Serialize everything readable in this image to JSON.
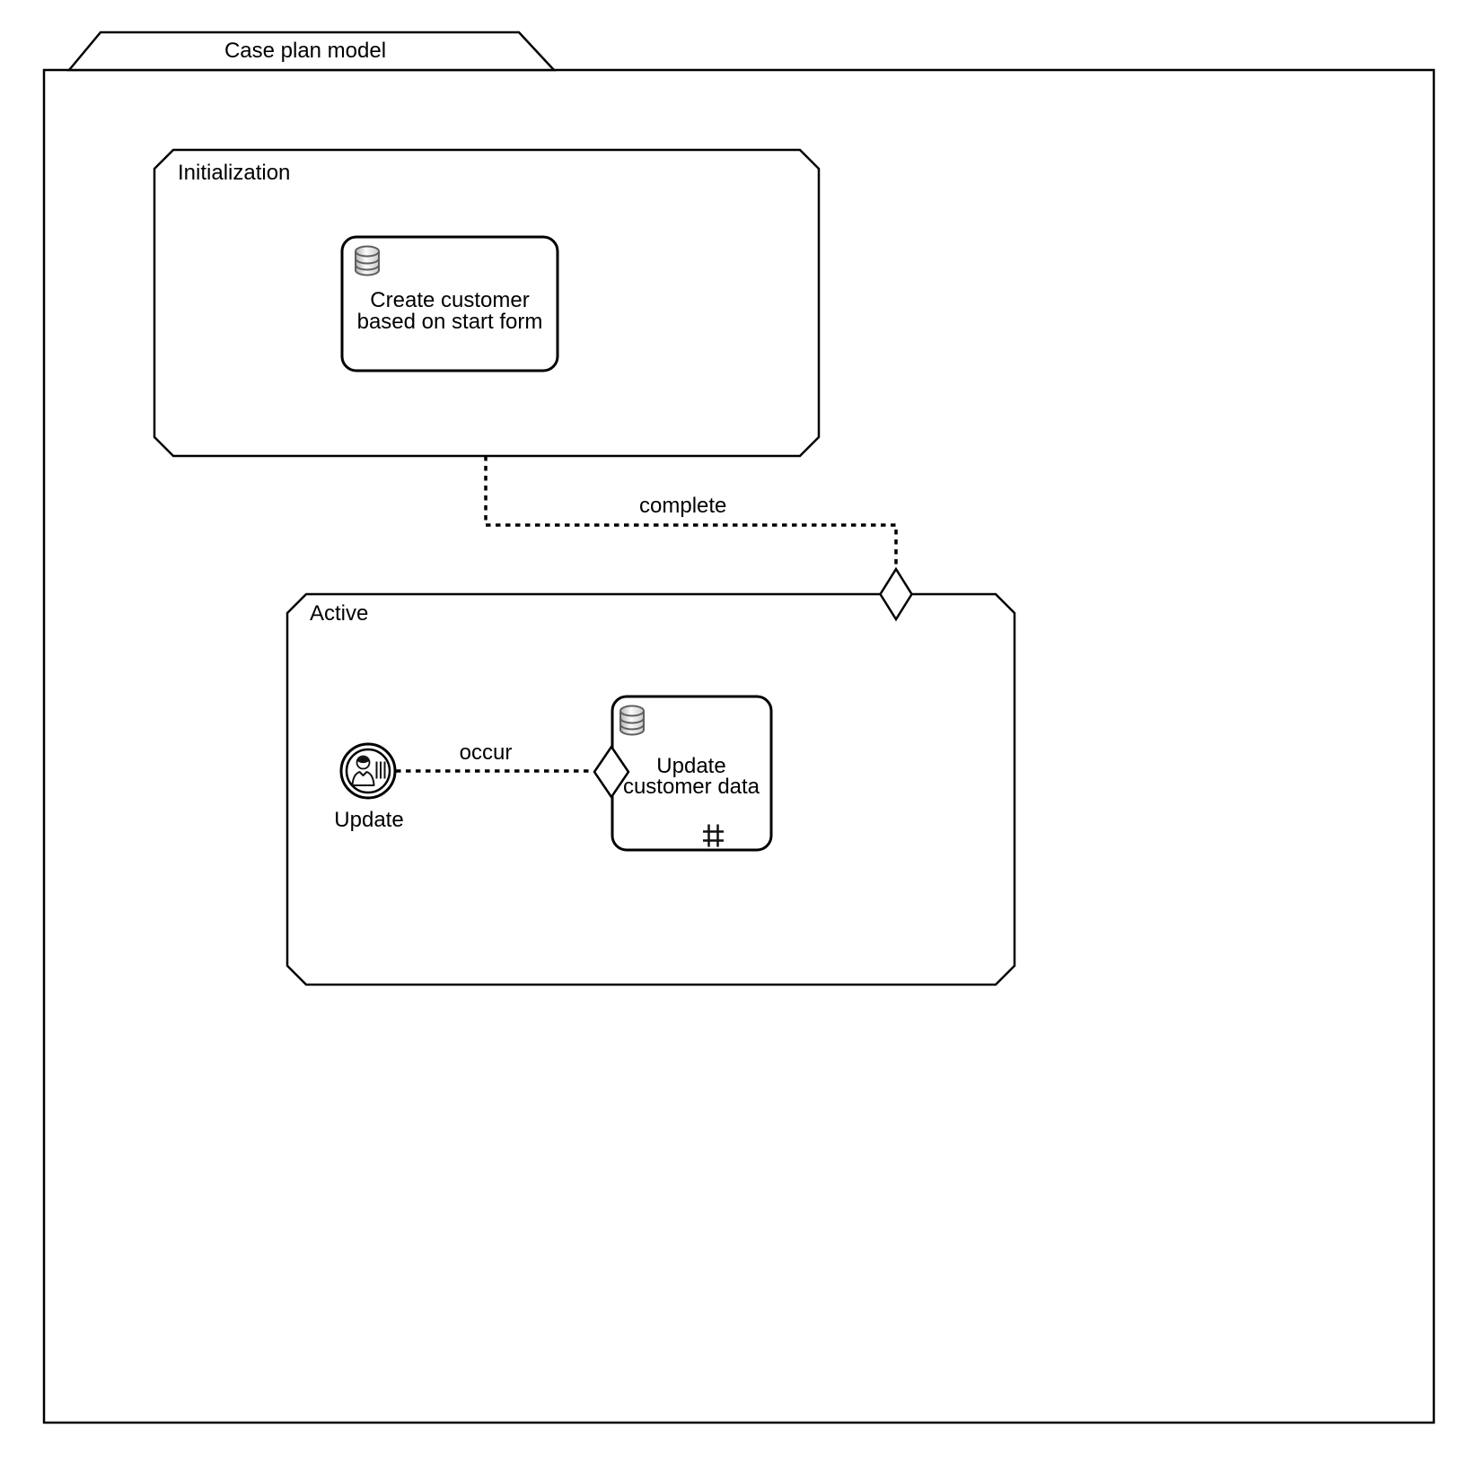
{
  "case_plan": {
    "title": "Case plan model",
    "stages": [
      {
        "label": "Initialization",
        "tasks": [
          {
            "name_lines": [
              "Create customer",
              "based on start form"
            ],
            "icon": "database-icon"
          }
        ]
      },
      {
        "label": "Active",
        "event_listeners": [
          {
            "label": "Update",
            "icon": "user-event-listener-icon"
          }
        ],
        "tasks": [
          {
            "name_lines": [
              "Update",
              "customer data"
            ],
            "icon": "database-icon",
            "repetition_marker": "#"
          }
        ]
      }
    ],
    "connectors": [
      {
        "label": "complete",
        "from": "Initialization",
        "to": "Active"
      },
      {
        "label": "occur",
        "from": "Update",
        "to": "Update customer data"
      }
    ]
  },
  "colors": {
    "stroke": "#000000",
    "shape_fill": "#ffffff",
    "icon_gray": "#5f5f5f"
  }
}
